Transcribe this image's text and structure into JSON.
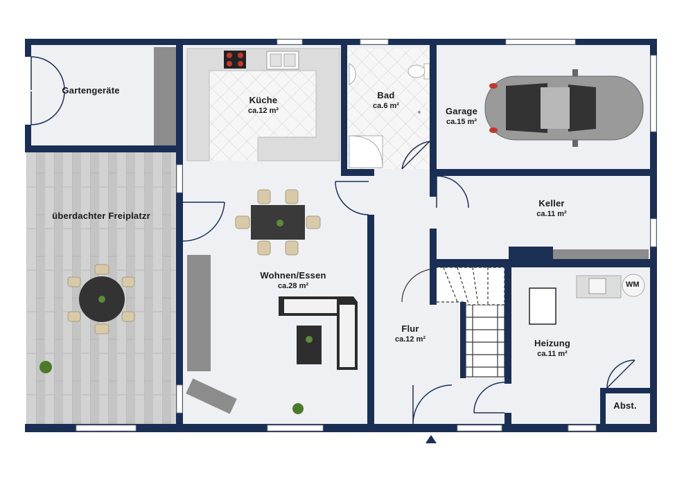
{
  "rooms": {
    "gartengeraete": {
      "name": "Gartengeräte"
    },
    "kueche": {
      "name": "Küche",
      "area": "ca.12 m²"
    },
    "bad": {
      "name": "Bad",
      "area": "ca.6 m²"
    },
    "garage": {
      "name": "Garage",
      "area": "ca.15 m²"
    },
    "freiplatz": {
      "name": "überdachter Freiplatzr"
    },
    "keller": {
      "name": "Keller",
      "area": "ca.11 m²"
    },
    "wohnen": {
      "name": "Wohnen/Essen",
      "area": "ca.28 m²"
    },
    "flur": {
      "name": "Flur",
      "area": "ca.12 m²"
    },
    "heizung": {
      "name": "Heizung",
      "area": "ca.11 m²"
    },
    "abst": {
      "name": "Abst."
    }
  },
  "fixtures": {
    "washing_machine": "WM"
  },
  "colors": {
    "wall": "#1b2f55",
    "floor": "#eef0f4",
    "tile": "#f4f4f4",
    "deck": "#c7c7c7",
    "car": "#9a9a9a"
  },
  "icons": [
    "entrance-arrow-icon",
    "car-icon",
    "plant-icon",
    "stove-icon",
    "sink-icon",
    "toilet-icon",
    "shower-icon"
  ]
}
